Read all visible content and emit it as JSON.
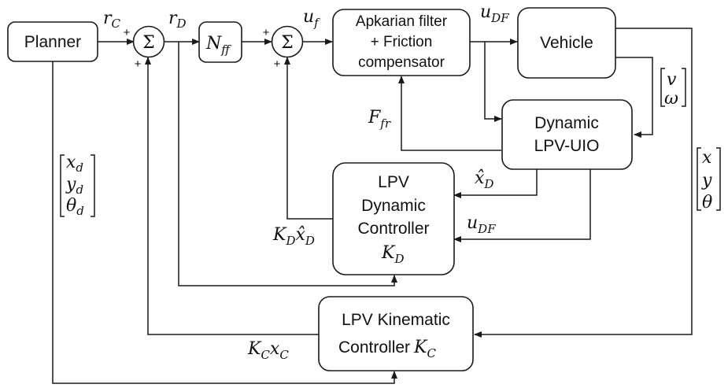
{
  "diagram": {
    "blocks": {
      "planner": "Planner",
      "nff": {
        "main": "N",
        "sub": "ff"
      },
      "apkarian": [
        "Apkarian filter",
        "+ Friction",
        "compensator"
      ],
      "vehicle": "Vehicle",
      "uio": [
        "Dynamic",
        "LPV-UIO"
      ],
      "dyn_ctrl": {
        "lines": [
          "LPV",
          "Dynamic",
          "Controller"
        ],
        "gain_main": "K",
        "gain_sub": "D"
      },
      "kin_ctrl": {
        "line1": "LPV Kinematic",
        "line2": "Controller",
        "gain_main": "K",
        "gain_sub": "C"
      }
    },
    "summers": {
      "symbol": "Σ",
      "sum1_signs": [
        "+",
        "+"
      ],
      "sum2_signs": [
        "+",
        "+"
      ]
    },
    "signals": {
      "r_c": {
        "main": "r",
        "sub": "C"
      },
      "r_d": {
        "main": "r",
        "sub": "D"
      },
      "u_f": {
        "main": "u",
        "sub": "f"
      },
      "u_df_top": {
        "main": "u",
        "sub": "DF"
      },
      "f_fr": {
        "main": "F",
        "sub": "fr"
      },
      "x_hat_d": {
        "main": "x̂",
        "sub": "D"
      },
      "u_df_mid": {
        "main": "u",
        "sub": "DF"
      },
      "kd_xhat": {
        "k": "K",
        "ksub": "D",
        "x": "x̂",
        "xsub": "D"
      },
      "kc_xc": {
        "k": "K",
        "ksub": "C",
        "x": "x",
        "xsub": "C"
      },
      "v_omega": [
        "v",
        "ω"
      ],
      "xyz_theta": [
        "x",
        "y",
        "θ"
      ],
      "desired": [
        {
          "main": "x",
          "sub": "d"
        },
        {
          "main": "y",
          "sub": "d"
        },
        {
          "main": "θ",
          "sub": "d"
        }
      ]
    }
  }
}
